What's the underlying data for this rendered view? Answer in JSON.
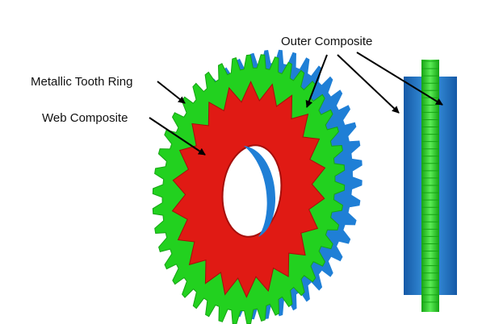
{
  "labels": {
    "outer_composite": "Outer Composite",
    "metallic_tooth_ring": "Metallic Tooth Ring",
    "web_composite": "Web Composite"
  },
  "colors": {
    "tooth_ring": "#22d11f",
    "tooth_ring_shade": "#16a414",
    "web": "#e01a14",
    "web_shade": "#a50f0b",
    "composite": "#1f7fd6",
    "composite_shade": "#1559a6",
    "arrow": "#000000"
  },
  "side_view": {
    "tooth_count": 34
  },
  "gear": {
    "outer_teeth": 42,
    "web_points": 22
  }
}
